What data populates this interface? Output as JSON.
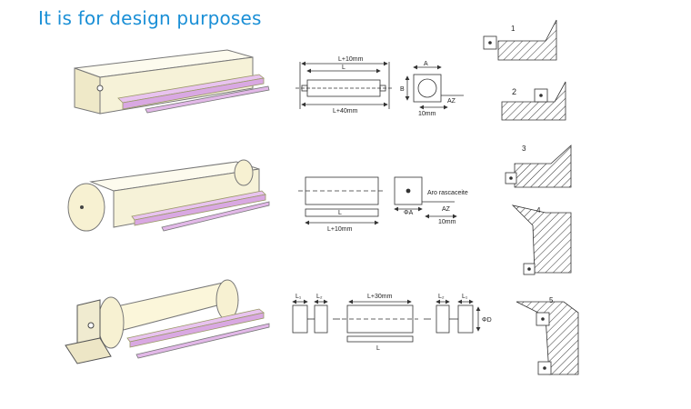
{
  "header": {
    "title": "It is for design purposes"
  },
  "diagram1": {
    "dim_top": "L+10mm",
    "dim_inner": "L",
    "dim_bottom": "L+40mm",
    "label_a": "A",
    "label_b": "B",
    "label_az": "AZ",
    "label_10": "10mm"
  },
  "diagram2": {
    "label_l": "L",
    "dim_bottom": "L+10mm",
    "label_phi_a": "ΦA",
    "label_az": "AZ",
    "label_10": "10mm",
    "label_aro": "Aro rascaceite"
  },
  "diagram3": {
    "label_l1_left": "L₁",
    "label_l2_left": "L₂",
    "dim_top": "L+30mm",
    "label_l2_right": "L₂",
    "label_l1_right": "L₁",
    "label_l": "L",
    "label_phi_d": "ΦD"
  },
  "sections": [
    {
      "number": "1"
    },
    {
      "number": "2"
    },
    {
      "number": "3"
    },
    {
      "number": "4"
    },
    {
      "number": "5"
    }
  ],
  "colors": {
    "title": "#1a8fd6",
    "trough": "#e2b8e8",
    "box": "#fbf8e6",
    "line": "#333333"
  }
}
